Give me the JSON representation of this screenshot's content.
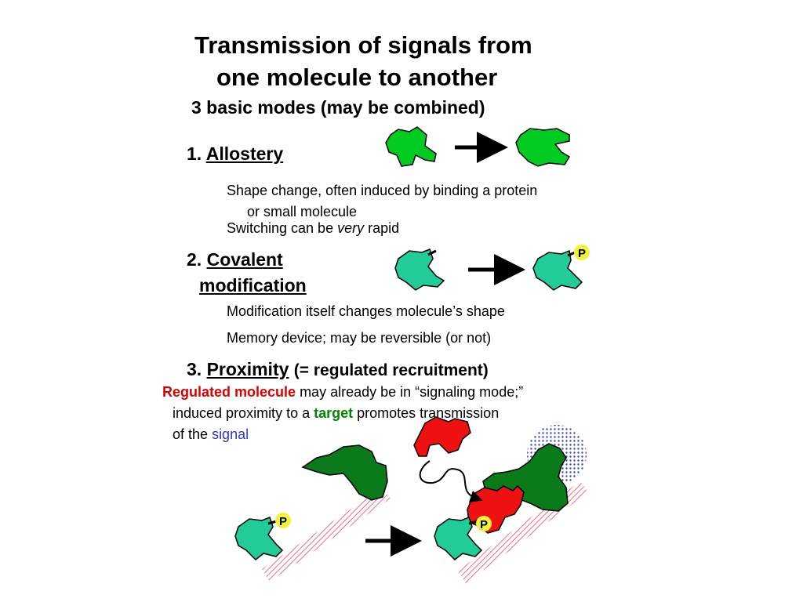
{
  "title": {
    "line1": "Transmission of signals from",
    "line2": "one molecule to another",
    "subtitle": "3 basic modes (may be combined)"
  },
  "mode1": {
    "number": "1.",
    "name": "Allostery",
    "desc1_a": "Shape change, often induced by binding a protein",
    "desc1_b": "or small molecule",
    "desc2_pre": "Switching can be",
    "desc2_em": "very",
    "desc2_post": "rapid"
  },
  "mode2": {
    "number": "2.",
    "name_a": "Covalent",
    "name_b": "modification",
    "desc1": "Modification itself changes molecule’s shape",
    "desc2": "Memory device; may be reversible (or not)",
    "phospho_label": "P"
  },
  "mode3": {
    "number": "3.",
    "name": "Proximity",
    "paren": "(= regulated recruitment)",
    "line1_red": "Regulated molecule",
    "line1_rest": "may already be in “signaling mode;”",
    "line2_pre": "induced proximity to a",
    "line2_target": "target",
    "line2_post": "promotes transmission",
    "line3_pre": "of the",
    "line3_signal": "signal",
    "phospho_label": "P"
  },
  "colors": {
    "allostery_green": "#00cc22",
    "teal": "#22cc99",
    "dark_green": "#0a7a1a",
    "regulated_red": "#ee1111",
    "phospho_yellow": "#f2f23a",
    "membrane_pink": "#ff6688",
    "dotted_blue": "#3344cc"
  }
}
